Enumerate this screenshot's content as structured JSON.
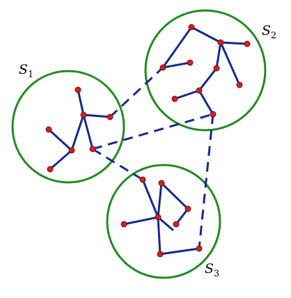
{
  "colors": {
    "circle": "#238a23",
    "edge": "#142a8c",
    "node_fill": "#d42020",
    "node_stroke": "#7a0a0a",
    "label": "#000000"
  },
  "regions": [
    {
      "id": "s1",
      "label_main": "S",
      "label_sub": "1"
    },
    {
      "id": "s2",
      "label_main": "S",
      "label_sub": "2"
    },
    {
      "id": "s3",
      "label_main": "S",
      "label_sub": "3"
    }
  ]
}
